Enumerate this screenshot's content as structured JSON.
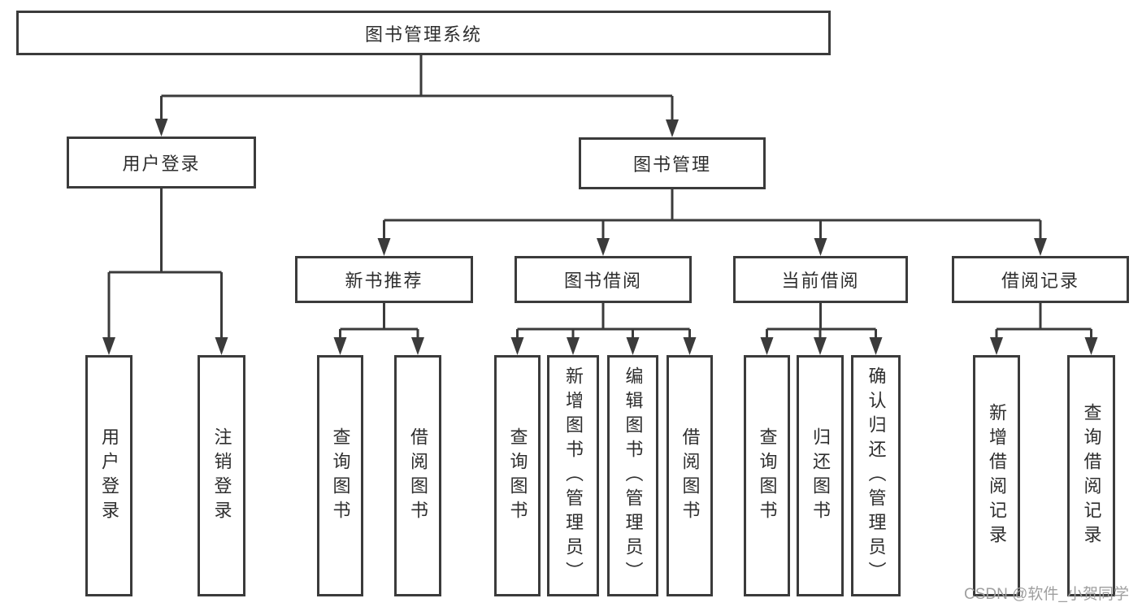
{
  "diagram": {
    "type": "hierarchy-tree",
    "watermark": "CSDN @软件_小贺同学",
    "colors": {
      "line": "#3b3b3b",
      "box_border": "#3b3b3b",
      "box_fill": "#ffffff",
      "text": "#2e2e2e",
      "watermark": "#9f9f9f",
      "background": "#ffffff"
    },
    "tree": {
      "label": "图书管理系统",
      "children": [
        {
          "label": "用户登录",
          "children": [
            {
              "label": "用户登录"
            },
            {
              "label": "注销登录"
            }
          ]
        },
        {
          "label": "图书管理",
          "children": [
            {
              "label": "新书推荐",
              "children": [
                {
                  "label": "查询图书"
                },
                {
                  "label": "借阅图书"
                }
              ]
            },
            {
              "label": "图书借阅",
              "children": [
                {
                  "label": "查询图书"
                },
                {
                  "label": "新增图书（管理员）"
                },
                {
                  "label": "编辑图书（管理员）"
                },
                {
                  "label": "借阅图书"
                }
              ]
            },
            {
              "label": "当前借阅",
              "children": [
                {
                  "label": "查询图书"
                },
                {
                  "label": "归还图书"
                },
                {
                  "label": "确认归还（管理员）"
                }
              ]
            },
            {
              "label": "借阅记录",
              "children": [
                {
                  "label": "新增借阅记录"
                },
                {
                  "label": "查询借阅记录"
                }
              ]
            }
          ]
        }
      ]
    }
  }
}
